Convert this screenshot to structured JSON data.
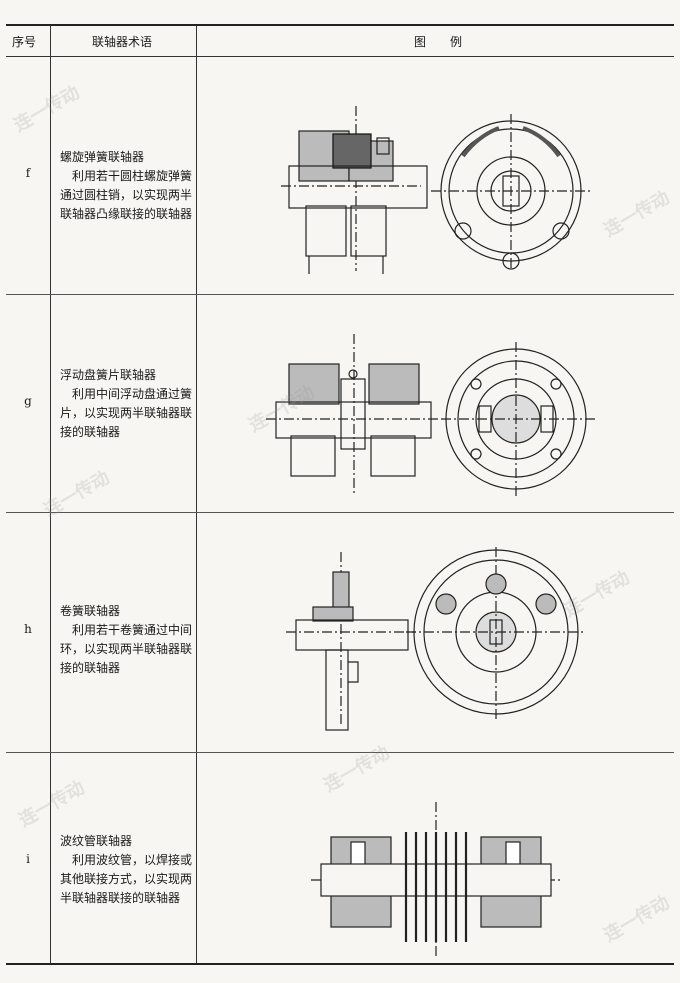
{
  "header": {
    "col_no": "序号",
    "col_term": "联轴器术语",
    "col_figure": "图　　例"
  },
  "rows": [
    {
      "id": "f",
      "title": "螺旋弹簧联轴器",
      "desc": "利用若干圆柱螺旋弹簧通过圆柱销，以实现两半联轴器凸缘联接的联轴器"
    },
    {
      "id": "g",
      "title": "浮动盘簧片联轴器",
      "desc": "利用中间浮动盘通过簧片，以实现两半联轴器联接的联轴器"
    },
    {
      "id": "h",
      "title": "卷簧联轴器",
      "desc": "利用若干卷簧通过中间环，以实现两半联轴器联接的联轴器"
    },
    {
      "id": "i",
      "title": "波纹管联轴器",
      "desc": "利用波纹管，以焊接或其他联接方式，以实现两半联轴器联接的联轴器"
    }
  ],
  "watermark": "连一传动"
}
